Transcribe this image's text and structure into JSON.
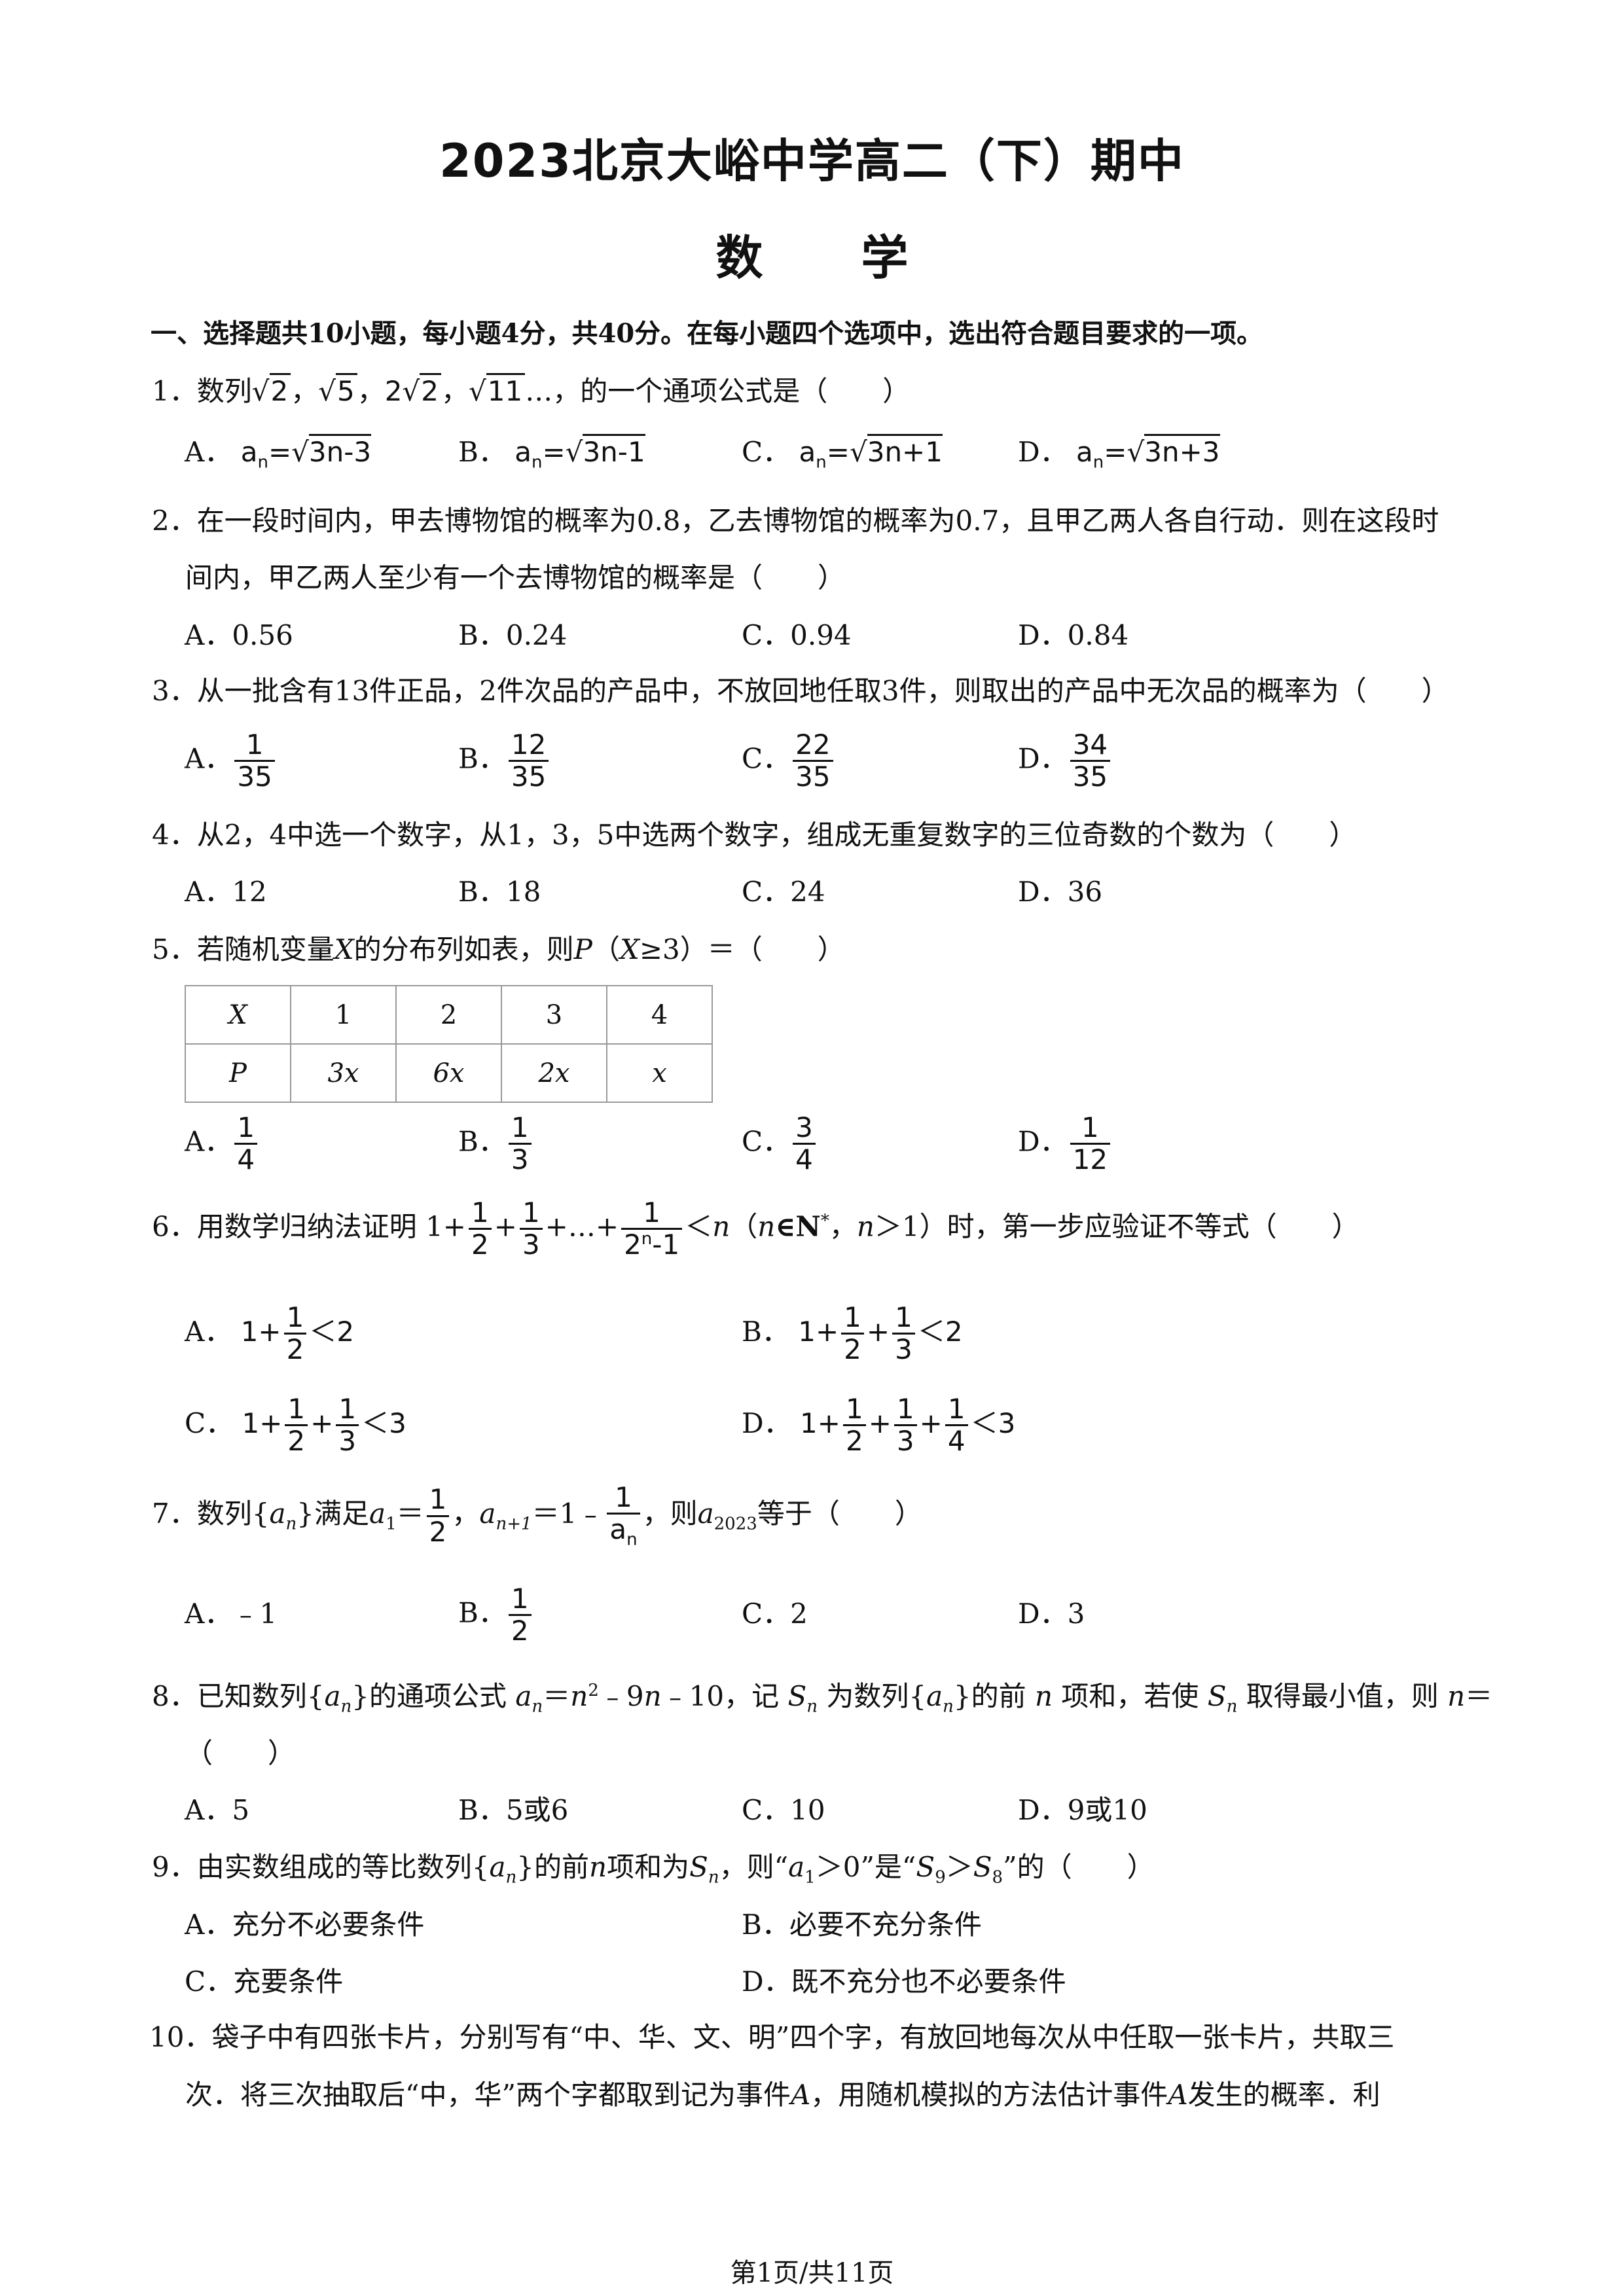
{
  "title": "2023北京大峪中学高二（下）期中",
  "subject": "数学",
  "section1": "一、选择题共10小题，每小题4分，共40分。在每小题四个选项中，选出符合题目要求的一项。",
  "q1": {
    "num": "1．",
    "pre": "数列",
    "t1": "2",
    "t2": "5",
    "t3a": "2",
    "t3b": "2",
    "t4": "11",
    "post": "…，的一个通项公式是（　　）",
    "opts": [
      "A．",
      "B．",
      "C．",
      "D．"
    ],
    "rad": [
      "3n-3",
      "3n-1",
      "3n+1",
      "3n+3"
    ],
    "an": "a",
    "sub": "n"
  },
  "q2": {
    "num": "2．",
    "l1": "在一段时间内，甲去博物馆的概率为0.8，乙去博物馆的概率为0.7，且甲乙两人各自行动．则在这段时",
    "l2": "间内，甲乙两人至少有一个去博物馆的概率是（　　）",
    "opts": [
      "A．0.56",
      "B．0.24",
      "C．0.94",
      "D．0.84"
    ]
  },
  "q3": {
    "num": "3．",
    "text": "从一批含有13件正品，2件次品的产品中，不放回地任取3件，则取出的产品中无次品的概率为（　　）",
    "letters": [
      "A．",
      "B．",
      "C．",
      "D．"
    ],
    "nums": [
      "1",
      "12",
      "22",
      "34"
    ],
    "den": "35"
  },
  "q4": {
    "num": "4．",
    "text": "从2，4中选一个数字，从1，3，5中选两个数字，组成无重复数字的三位奇数的个数为（　　）",
    "opts": [
      "A．12",
      "B．18",
      "C．24",
      "D．36"
    ]
  },
  "q5": {
    "num": "5．",
    "pre": "若随机变量",
    "var": "X",
    "mid": "的分布列如表，则",
    "p": "P",
    "paren": "（",
    "cond": "≥3）＝（　　）",
    "table": {
      "row1": [
        "X",
        "1",
        "2",
        "3",
        "4"
      ],
      "row2": [
        "P",
        "3x",
        "6x",
        "2x",
        "x"
      ]
    },
    "letters": [
      "A．",
      "B．",
      "C．",
      "D．"
    ],
    "nums": [
      "1",
      "1",
      "3",
      "1"
    ],
    "dens": [
      "4",
      "3",
      "4",
      "12"
    ]
  },
  "q6": {
    "num": "6．",
    "pre": "用数学归纳法证明 1+",
    "plus": "+",
    "dots": "+…+",
    "one": "1",
    "two": "2",
    "three": "3",
    "den_last": "2",
    "exp": "n",
    "den_tail": "-1",
    "lt": "＜",
    "n": "n",
    "cond1": "（",
    "cond2": "∈N",
    "star": "*",
    "cond3": "，",
    "cond4": "＞1）时，第一步应验证不等式（　　）",
    "letters": [
      "A．",
      "B．",
      "C．",
      "D．"
    ],
    "a_tail": "＜2",
    "b_tail": "＜2",
    "c_tail": "＜3",
    "d_tail": "＜3",
    "four": "4"
  },
  "q7": {
    "num": "7．",
    "pre": "数列{",
    "a": "a",
    "n": "n",
    "mid1": "}满足",
    "one": "1",
    "eq": "＝",
    "half_n": "1",
    "half_d": "2",
    "comma": "，",
    "np1": "n+1",
    "rhs": "＝1﹣",
    "tail": "，则",
    "y2023": "2023",
    "end": "等于（　　）",
    "opts": [
      "A．﹣1",
      "C．2",
      "D．3"
    ],
    "b_letter": "B．",
    "frac_d": "a",
    "frac_sub": "n"
  },
  "q8": {
    "num": "8．",
    "pre": "已知数列{",
    "a": "a",
    "n": "n",
    "mid": "}的通项公式",
    "eq": "＝",
    "sq": "2",
    "rest": "﹣9",
    "rest2": "﹣10，记",
    "S": "S",
    "mid2": "为数列{",
    "mid3": "}的前",
    "mid4": "项和，若使",
    "mid5": "取得最小值，则",
    "end": "＝",
    "l2": "（　　）",
    "opts": [
      "A．5",
      "B．5或6",
      "C．10",
      "D．9或10"
    ]
  },
  "q9": {
    "num": "9．",
    "pre": "由实数组成的等比数列{",
    "a": "a",
    "n": "n",
    "mid": "}的前",
    "mid2": "项和为",
    "S": "S",
    "mid3": "，则“",
    "one": "1",
    "gt0": "＞0”是“",
    "nine": "9",
    "gt": "＞",
    "eight": "8",
    "end": "”的（　　）",
    "opts": [
      "A．充分不必要条件",
      "B．必要不充分条件",
      "C．充要条件",
      "D．既不充分也不必要条件"
    ]
  },
  "q10": {
    "num": "10．",
    "l1": "袋子中有四张卡片，分别写有“中、华、文、明”四个字，有放回地每次从中任取一张卡片，共取三",
    "l2a": "次．将三次抽取后“中，华”两个字都取到记为事件",
    "A": "A",
    "l2b": "，用随机模拟的方法估计事件",
    "l2c": "发生的概率．利"
  },
  "footer": "第1页/共11页"
}
